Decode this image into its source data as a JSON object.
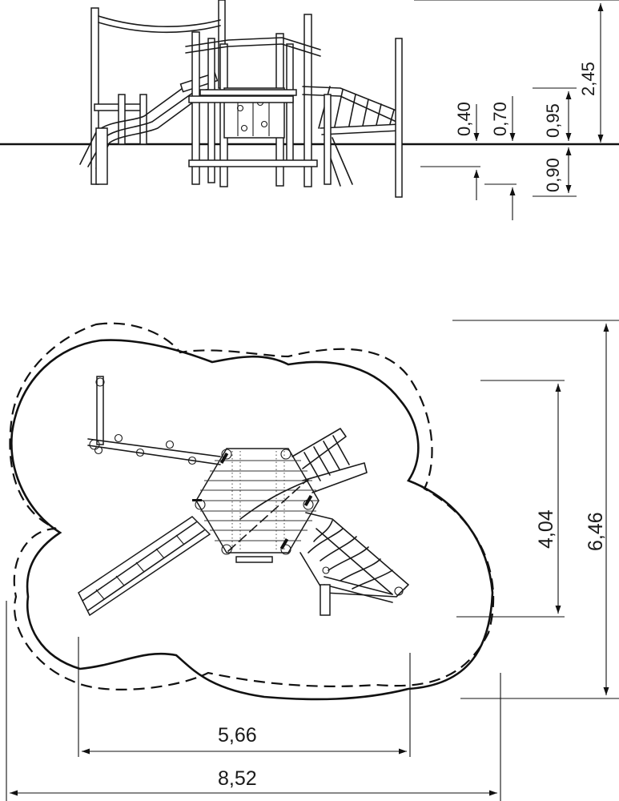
{
  "elevation_dimensions": {
    "d_040": "0,40",
    "d_070": "0,70",
    "d_095": "0,95",
    "d_245": "2,45",
    "d_090": "0,90"
  },
  "plan_dimensions": {
    "width_inner": "5,66",
    "width_outer": "8,52",
    "depth_inner": "4,04",
    "depth_outer": "6,46"
  }
}
